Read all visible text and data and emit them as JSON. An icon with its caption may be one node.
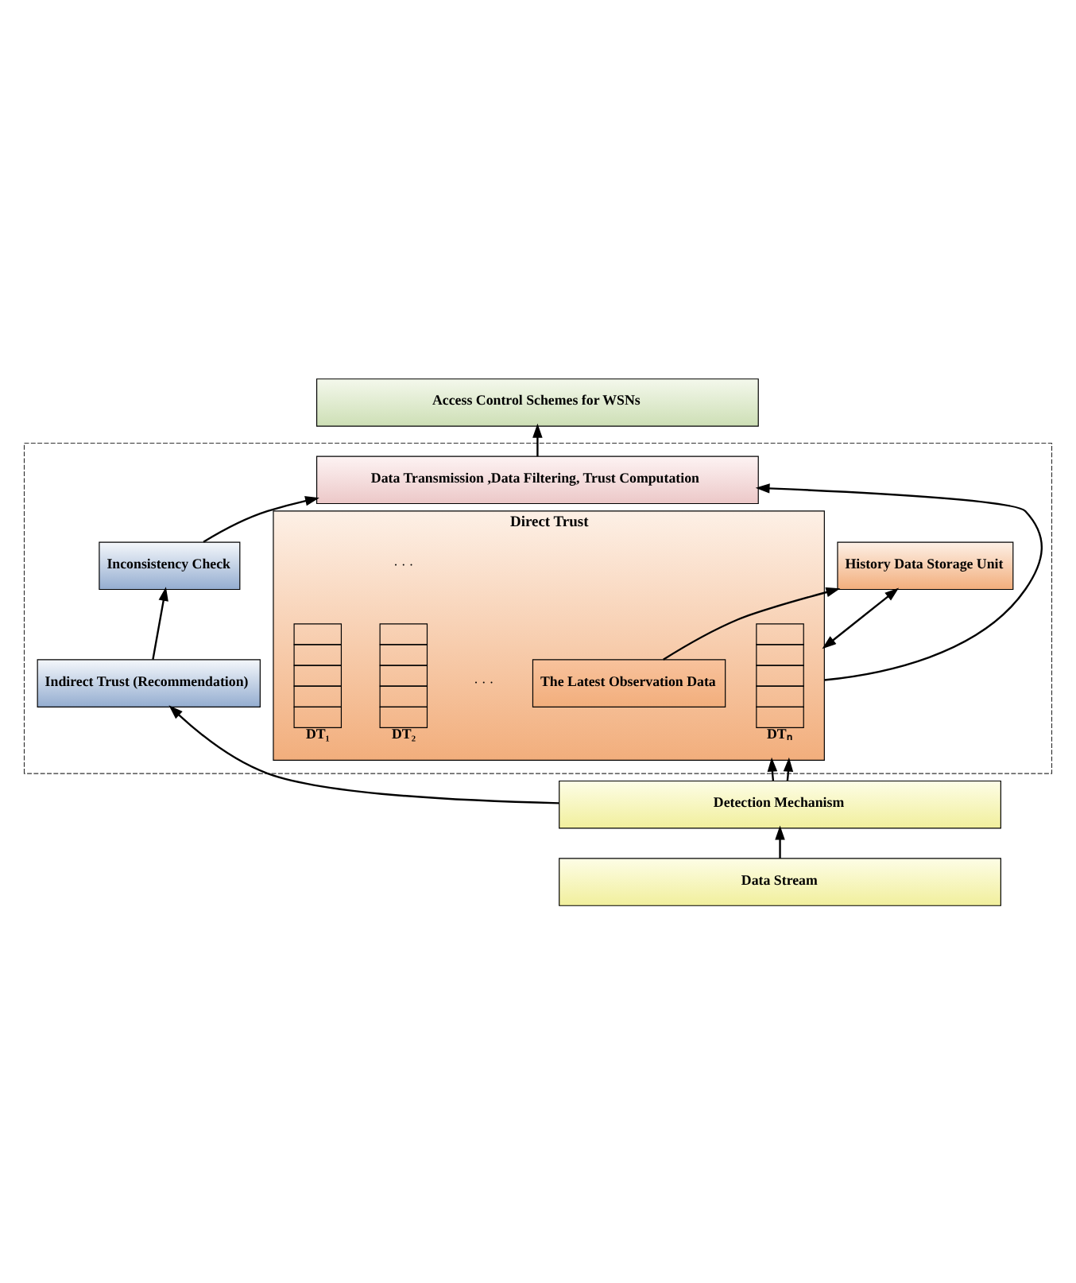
{
  "diagram": {
    "nodes": [
      {
        "text": [
          "Access Control Schemes for WSNs"
        ]
      },
      {
        "text": [],
        "shape": "box"
      },
      {
        "text": [
          "Data Transmission ,Data Filtering, Trust Computation"
        ],
        "in": 1
      },
      {
        "text": [
          "Inconsistency Check"
        ],
        "in": 1
      },
      {
        "text": [
          "History Data Storage Unit"
        ],
        "in": 1
      },
      {
        "text": [
          "Direct Trust"
        ],
        "in": 1
      },
      {
        "text": [
          "Indirect Trust (Recommendation)"
        ],
        "in": 1
      },
      {
        "text": [
          "The Latest Observation Data"
        ],
        "in": 5
      },
      {
        "text": [],
        "shape": "box",
        "in": 5,
        "beside": [
          "DT₁"
        ]
      },
      {
        "text": [],
        "shape": "box",
        "in": 5,
        "beside": [
          "DT₂"
        ]
      },
      {
        "text": [],
        "shape": "box",
        "in": 5,
        "beside": [
          "DTₙ"
        ]
      },
      {
        "text": [
          "Detection Mechanism"
        ]
      },
      {
        "text": [
          "Data Stream"
        ]
      }
    ],
    "edges": [
      {
        "from": 12,
        "to": 11,
        "arrow": "to"
      },
      {
        "from": 11,
        "to": 6,
        "arrow": "to"
      },
      {
        "from": 11,
        "to": 5,
        "arrow": "to"
      },
      {
        "from": 11,
        "to": 5,
        "arrow": "to"
      },
      {
        "from": 7,
        "to": 4,
        "arrow": "to"
      },
      {
        "from": 4,
        "to": 5,
        "arrow": "both"
      },
      {
        "from": 6,
        "to": 3,
        "arrow": "to"
      },
      {
        "from": 3,
        "to": 2,
        "arrow": "to"
      },
      {
        "from": 5,
        "to": 2,
        "arrow": "to"
      },
      {
        "from": 2,
        "to": 0,
        "arrow": "to"
      }
    ],
    "labels": [
      "· · ·",
      "· · ·"
    ]
  }
}
